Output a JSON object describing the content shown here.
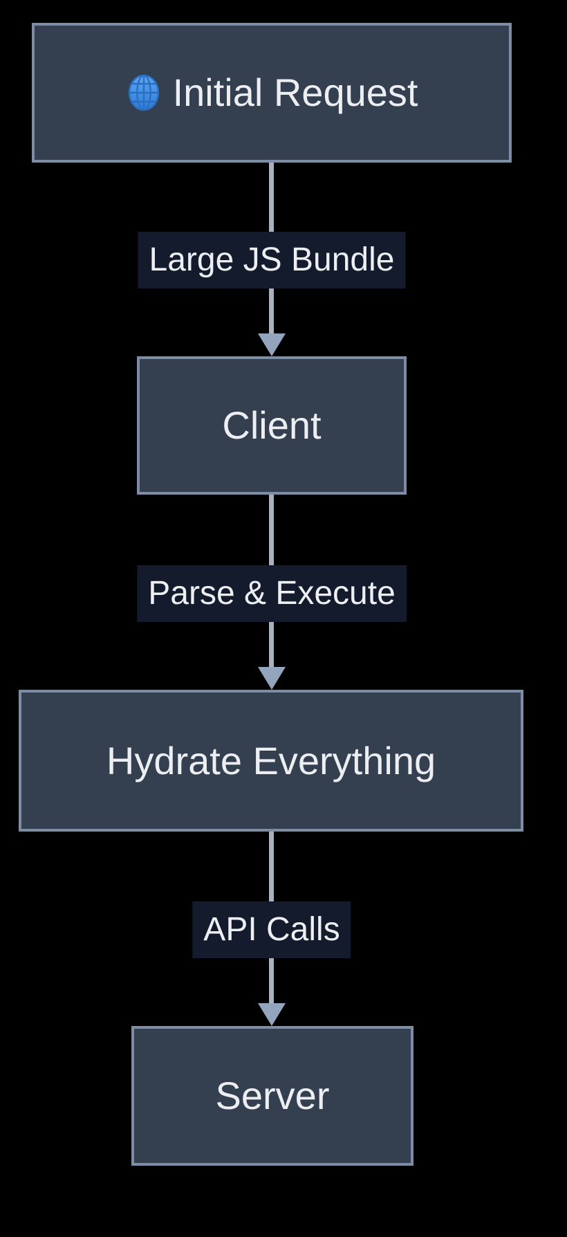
{
  "diagram": {
    "type": "flowchart",
    "direction": "top-down",
    "nodes": [
      {
        "id": "initial-request",
        "label": "Initial Request",
        "icon": "globe-with-meridians-icon"
      },
      {
        "id": "client",
        "label": "Client"
      },
      {
        "id": "hydrate-everything",
        "label": "Hydrate Everything"
      },
      {
        "id": "server",
        "label": "Server"
      }
    ],
    "edges": [
      {
        "from": "initial-request",
        "to": "client",
        "label": "Large JS Bundle"
      },
      {
        "from": "client",
        "to": "hydrate-everything",
        "label": "Parse & Execute"
      },
      {
        "from": "hydrate-everything",
        "to": "server",
        "label": "API Calls"
      }
    ]
  },
  "colors": {
    "background": "#000000",
    "node_fill": "#344050",
    "node_border": "#7E8DA6",
    "node_text": "#ECEEF2",
    "edge_line": "#A7B1C2",
    "arrowhead": "#93A4BD",
    "edge_label_bg": "#131B2D",
    "edge_label_text": "#EDEFF3",
    "globe_top": "#5CA8F0",
    "globe_bottom": "#2E7CD6",
    "globe_grid": "#2B6EC4"
  }
}
